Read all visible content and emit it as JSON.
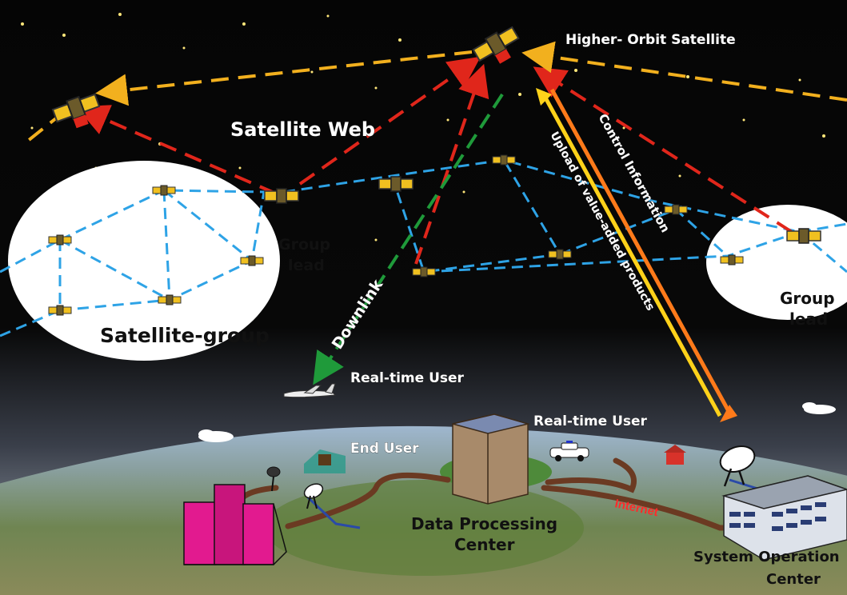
{
  "labels": {
    "higher_orbit_satellite": "Higher- Orbit Satellite",
    "satellite_web": "Satellite Web",
    "group_lead_left_1": "Group",
    "group_lead_left_2": "lead",
    "satellite_group": "Satellite-group",
    "group_lead_right_1": "Group",
    "group_lead_right_2": "lead",
    "downlink": "Downlink",
    "upload": "Upload of value-added products",
    "control": "Control Information",
    "realtime_user_plane": "Real-time User",
    "realtime_user_car": "Real-time User",
    "end_user": "End User",
    "data_processing_1": "Data Processing",
    "data_processing_2": "Center",
    "internet": "Internet",
    "system_operation_1": "System Operation",
    "system_operation_2": "Center"
  },
  "colors": {
    "space": "#050505",
    "crosslink_blue": "#2ea3e6",
    "uplink_red": "#e0261b",
    "web_yellow": "#f2b01e",
    "downlink_green": "#1f9a3a",
    "control_orange": "#ff7a1a",
    "upload_yellow": "#ffd21a",
    "internet_cable": "#6b3a22",
    "ground_building": "#e21a8f",
    "earth_green": "#6b8a3c"
  },
  "icons": [
    "satellite-icon",
    "airplane-icon",
    "police-car-icon",
    "dish-antenna-icon",
    "building-icon",
    "cloud-icon"
  ]
}
